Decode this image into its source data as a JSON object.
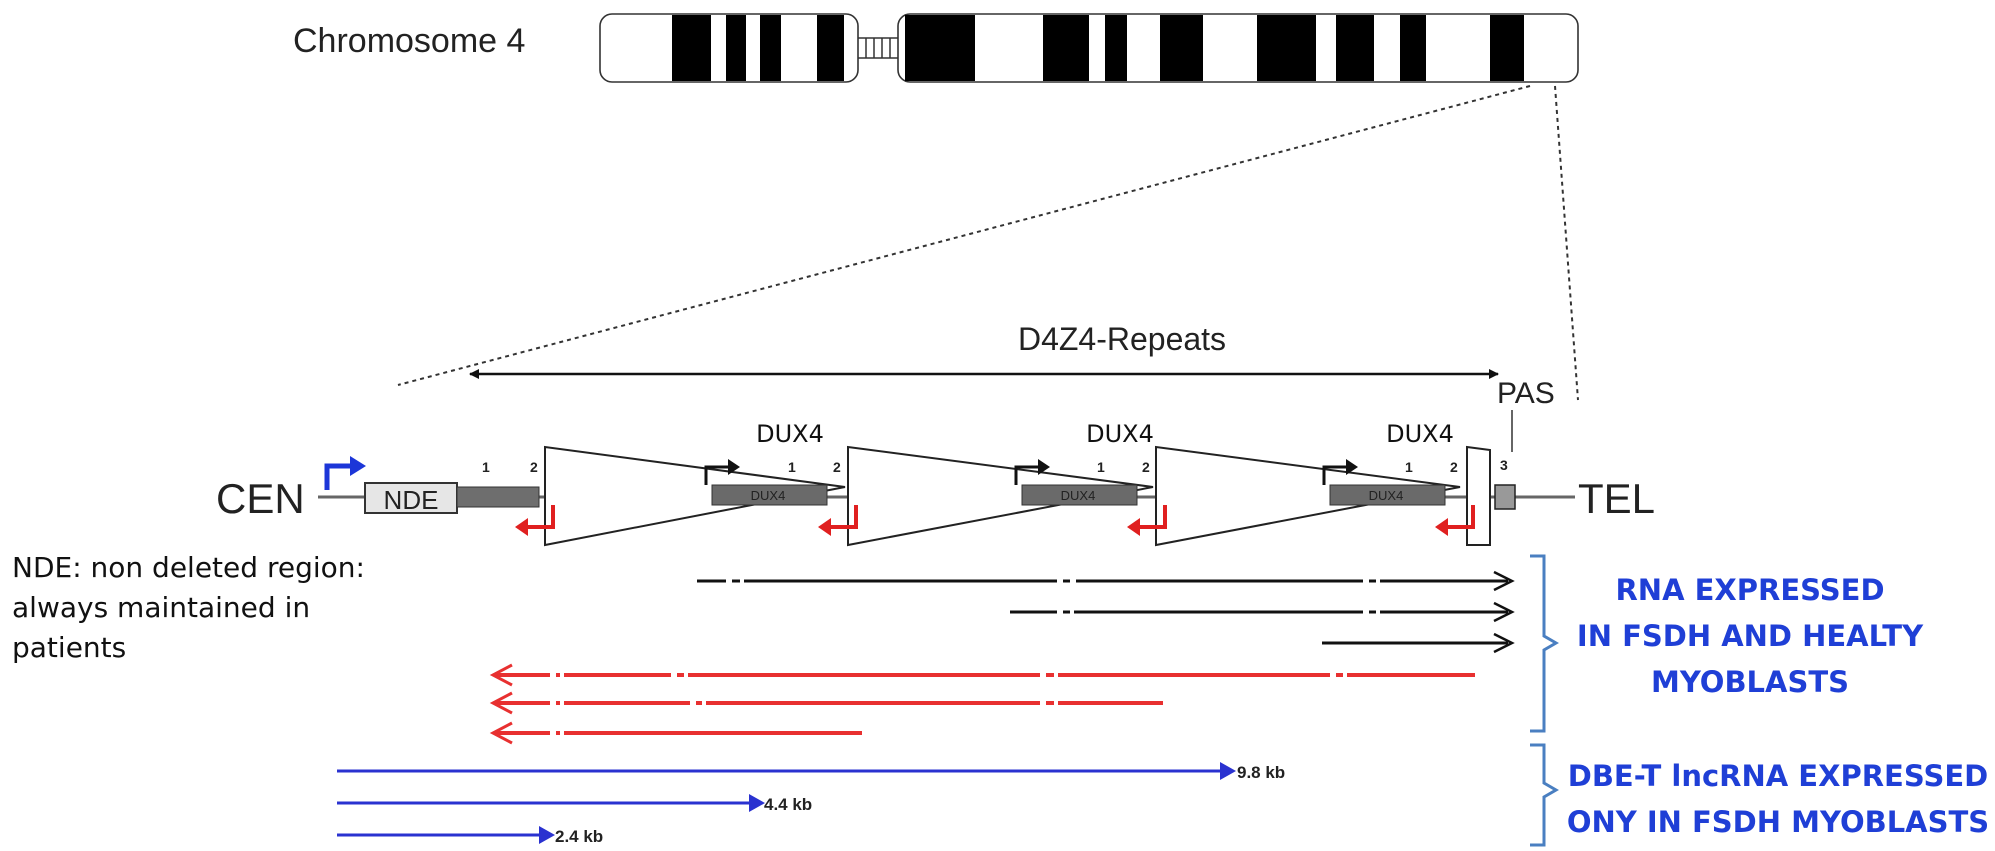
{
  "chromosome": {
    "label": "Chromosome 4"
  },
  "repeats": {
    "label": "D4Z4-Repeats",
    "unit_gene": "DUX4"
  },
  "locus": {
    "centromere": "CEN",
    "telomere": "TEL",
    "nde_box": "NDE",
    "pas": "PAS",
    "box_inner_gene": "DUX4",
    "exon_1": "1",
    "exon_2": "2",
    "exon_3": "3"
  },
  "note": {
    "line1": "NDE: non deleted region:",
    "line2": "always maintained in",
    "line3": "patients"
  },
  "rna_group": {
    "line1": "RNA EXPRESSED",
    "line2": "IN FSDH AND HEALTY",
    "line3": "MYOBLASTS"
  },
  "dbe_group": {
    "line1": "DBE-T lncRNA EXPRESSED",
    "line2": "ONY IN FSDH MYOBLASTS"
  },
  "transcripts": {
    "blue": [
      {
        "size": "9.8 kb"
      },
      {
        "size": "4.4 kb"
      },
      {
        "size": "2.4 kb"
      }
    ]
  },
  "colors": {
    "sense_arrows": "#111111",
    "antisense_arrows": "#e83030",
    "dbe_arrows": "#2a32d0",
    "label_blue": "#1f3fd6",
    "bracket": "#4a7fc1"
  }
}
